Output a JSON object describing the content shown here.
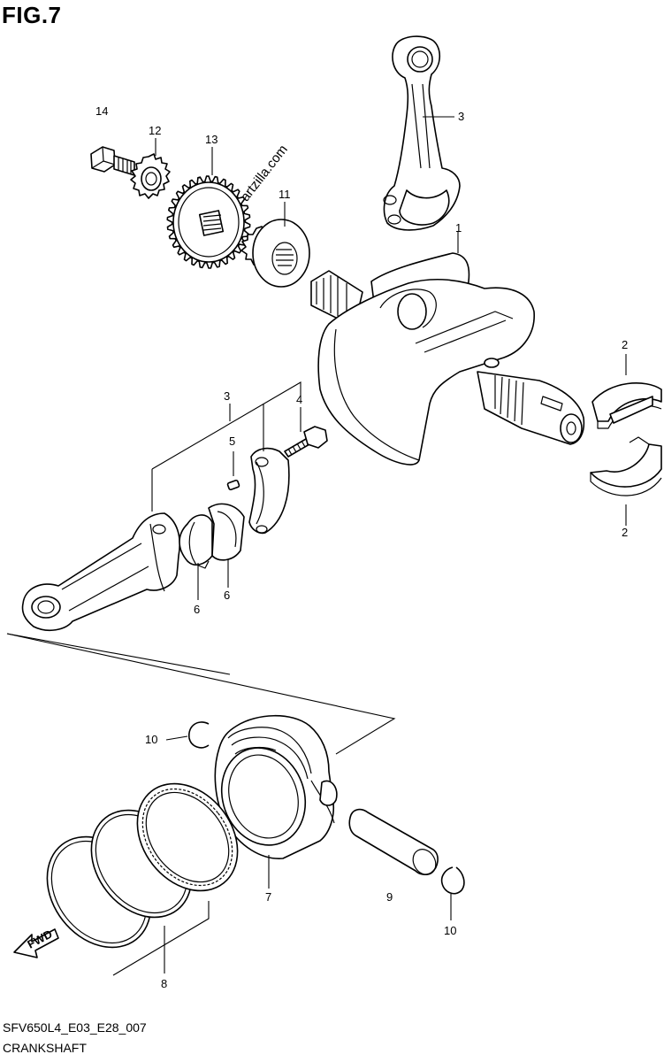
{
  "figure_title": "FIG.7",
  "drawing_code": "SFV650L4_E03_E28_007",
  "caption": "CRANKSHAFT",
  "watermark": "©Partzilla.com",
  "callouts": {
    "c1": "1",
    "c2a": "2",
    "c2b": "2",
    "c3a": "3",
    "c3b": "3",
    "c4": "4",
    "c5": "5",
    "c6a": "6",
    "c6b": "6",
    "c7": "7",
    "c8": "8",
    "c9": "9",
    "c10a": "10",
    "c10b": "10",
    "c11": "11",
    "c12": "12",
    "c13": "13",
    "c14": "14"
  },
  "fwd_label": "FWD"
}
